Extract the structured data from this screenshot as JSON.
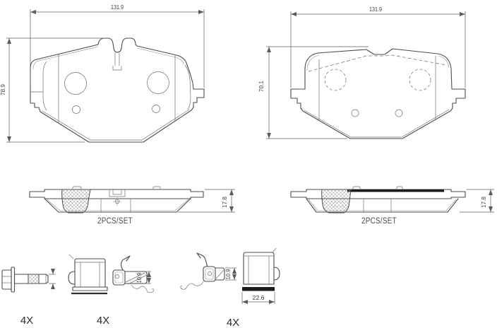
{
  "views": {
    "back": {
      "width": "131.9",
      "height": "78.9"
    },
    "friction": {
      "width": "131.9",
      "height": "70.1"
    },
    "edge_left": {
      "thickness": "17.8",
      "set_label": "2PCS/SET"
    },
    "edge_right": {
      "thickness": "17.8",
      "set_label": "2PCS/SET"
    }
  },
  "hardware": {
    "bolt_qty": "4X",
    "retainer_clip_qty": "4X",
    "spring_clip_a_height": "10.9",
    "spring_clip_b_height": "10.9",
    "end_clip_width": "22.6",
    "spring_clip_qty": "4X"
  },
  "colors": {
    "background": "#ffffff",
    "outline": "#4c4c4c",
    "dimension": "#5c5c5c",
    "text": "#3b3b3b"
  }
}
